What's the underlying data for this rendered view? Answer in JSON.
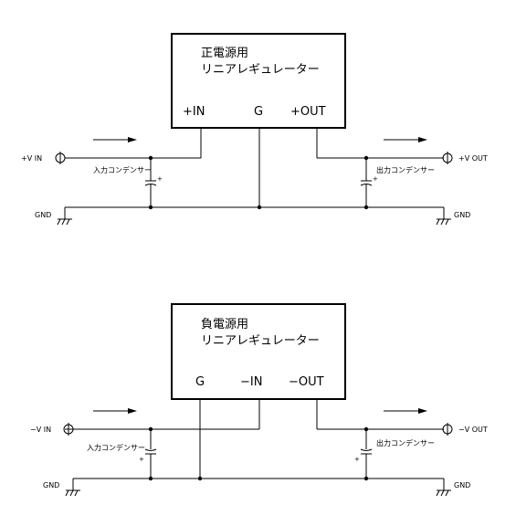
{
  "positive": {
    "title_line1": "正電源用",
    "title_line2": "リニアレギュレーター",
    "pin_in": "+IN",
    "pin_g": "G",
    "pin_out": "+OUT",
    "input_label": "+V IN",
    "output_label": "+V OUT",
    "input_cap": "入力コンデンサー",
    "output_cap": "出力コンデンサー",
    "gnd_left": "GND",
    "gnd_right": "GND"
  },
  "negative": {
    "title_line1": "負電源用",
    "title_line2": "リニアレギュレーター",
    "pin_g": "G",
    "pin_in": "−IN",
    "pin_out": "−OUT",
    "input_label": "−V IN",
    "output_label": "−V OUT",
    "input_cap": "入力コンデンサー",
    "output_cap": "出力コンデンサー",
    "gnd_left": "GND",
    "gnd_right": "GND"
  },
  "plus_sign": "+"
}
